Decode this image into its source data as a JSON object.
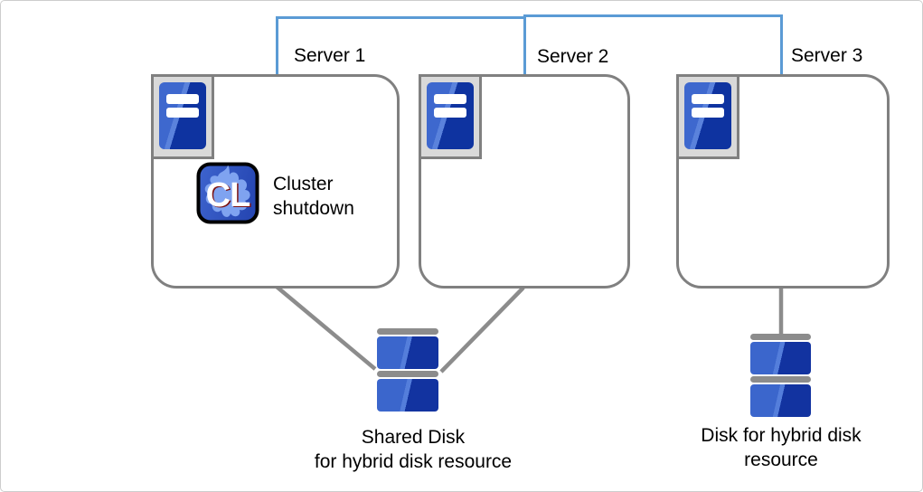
{
  "servers": [
    {
      "label": "Server 1"
    },
    {
      "label": "Server 2"
    },
    {
      "label": "Server 3"
    }
  ],
  "cluster_action": {
    "icon_text": "CL",
    "label_line1": "Cluster",
    "label_line2": "shutdown"
  },
  "disks": {
    "shared": {
      "line1": "Shared Disk",
      "line2": "for hybrid disk resource"
    },
    "hybrid": {
      "line1": "Disk for hybrid disk",
      "line2": "resource"
    }
  },
  "colors": {
    "interconnect": "#5B9BD5",
    "box_border": "#808080",
    "connector": "#8C8C8C",
    "server_icon_bg": "#D9D9D9",
    "disk_blue_light": "#3B66CC",
    "disk_blue_dark": "#1233A0",
    "disk_cap": "#8C8C8C",
    "cl_icon_blue": "#3C63CC",
    "cl_icon_blob": "#7FA3F0"
  }
}
